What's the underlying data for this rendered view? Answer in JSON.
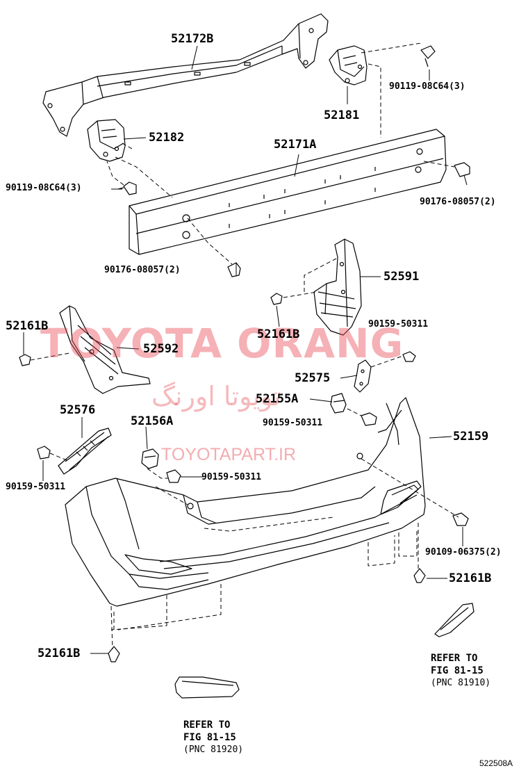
{
  "watermark": {
    "brand": "TOYOTA ORANG",
    "brand_fa": "تویوتا اورنگ",
    "site": "TOYOTAPART.IR"
  },
  "figure_id": "522508A",
  "parts": {
    "p52172B": "52172B",
    "p90119_top": "90119-08C64(3)",
    "p52181": "52181",
    "p52182": "52182",
    "p52171A": "52171A",
    "p90119_left": "90119-08C64(3)",
    "p90176_right": "90176-08057(2)",
    "p90176_left": "90176-08057(2)",
    "p52591": "52591",
    "p52161B_a": "52161B",
    "p52161B_b": "52161B",
    "p90159_a": "90159-50311",
    "p52592": "52592",
    "p52575": "52575",
    "p52155A": "52155A",
    "p90159_b": "90159-50311",
    "p52576": "52576",
    "p52156A": "52156A",
    "p52159": "52159",
    "p90159_c": "90159-50311",
    "p90159_d": "90159-50311",
    "p90109": "90109-06375(2)",
    "p52161B_c": "52161B",
    "p52161B_d": "52161B"
  },
  "notes": {
    "right": {
      "line1": "REFER TO",
      "line2": "FIG 81-15",
      "line3": "(PNC 81910)"
    },
    "left": {
      "line1": "REFER TO",
      "line2": "FIG 81-15",
      "line3": "(PNC 81920)"
    }
  }
}
